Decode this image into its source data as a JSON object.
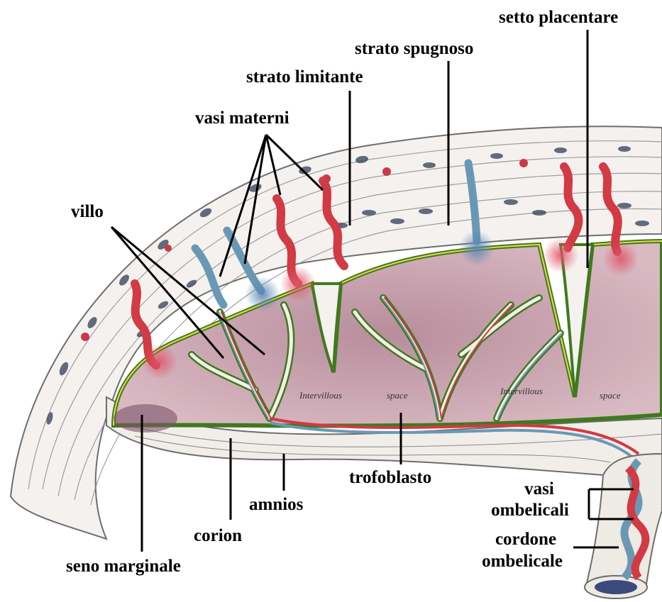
{
  "labels": {
    "setto_placentare": "setto placentare",
    "strato_spugnoso": "strato spugnoso",
    "strato_limitante": "strato limitante",
    "vasi_materni": "vasi materni",
    "villo": "villo",
    "trofoblasto": "trofoblasto",
    "amnios": "amnios",
    "corion": "corion",
    "seno_marginale": "seno marginale",
    "vasi_ombelicali_1": "vasi",
    "vasi_ombelicali_2": "ombelicali",
    "cordone_ombelicale_1": "cordone",
    "cordone_ombelicale_2": "ombelicale"
  },
  "inscriptions": {
    "intervillous_1a": "Intervillous",
    "intervillous_1b": "space",
    "intervillous_2a": "Intervillous",
    "intervillous_2b": "space"
  },
  "colors": {
    "tissue": "#f4f1ee",
    "tissue_line": "#8a8a8a",
    "intervillous": "#caa6b0",
    "trophoblast_green": "#3f7a1e",
    "trophoblast_yellow": "#e8d94a",
    "artery_red": "#d23a44",
    "vein_blue": "#6a98b4"
  }
}
